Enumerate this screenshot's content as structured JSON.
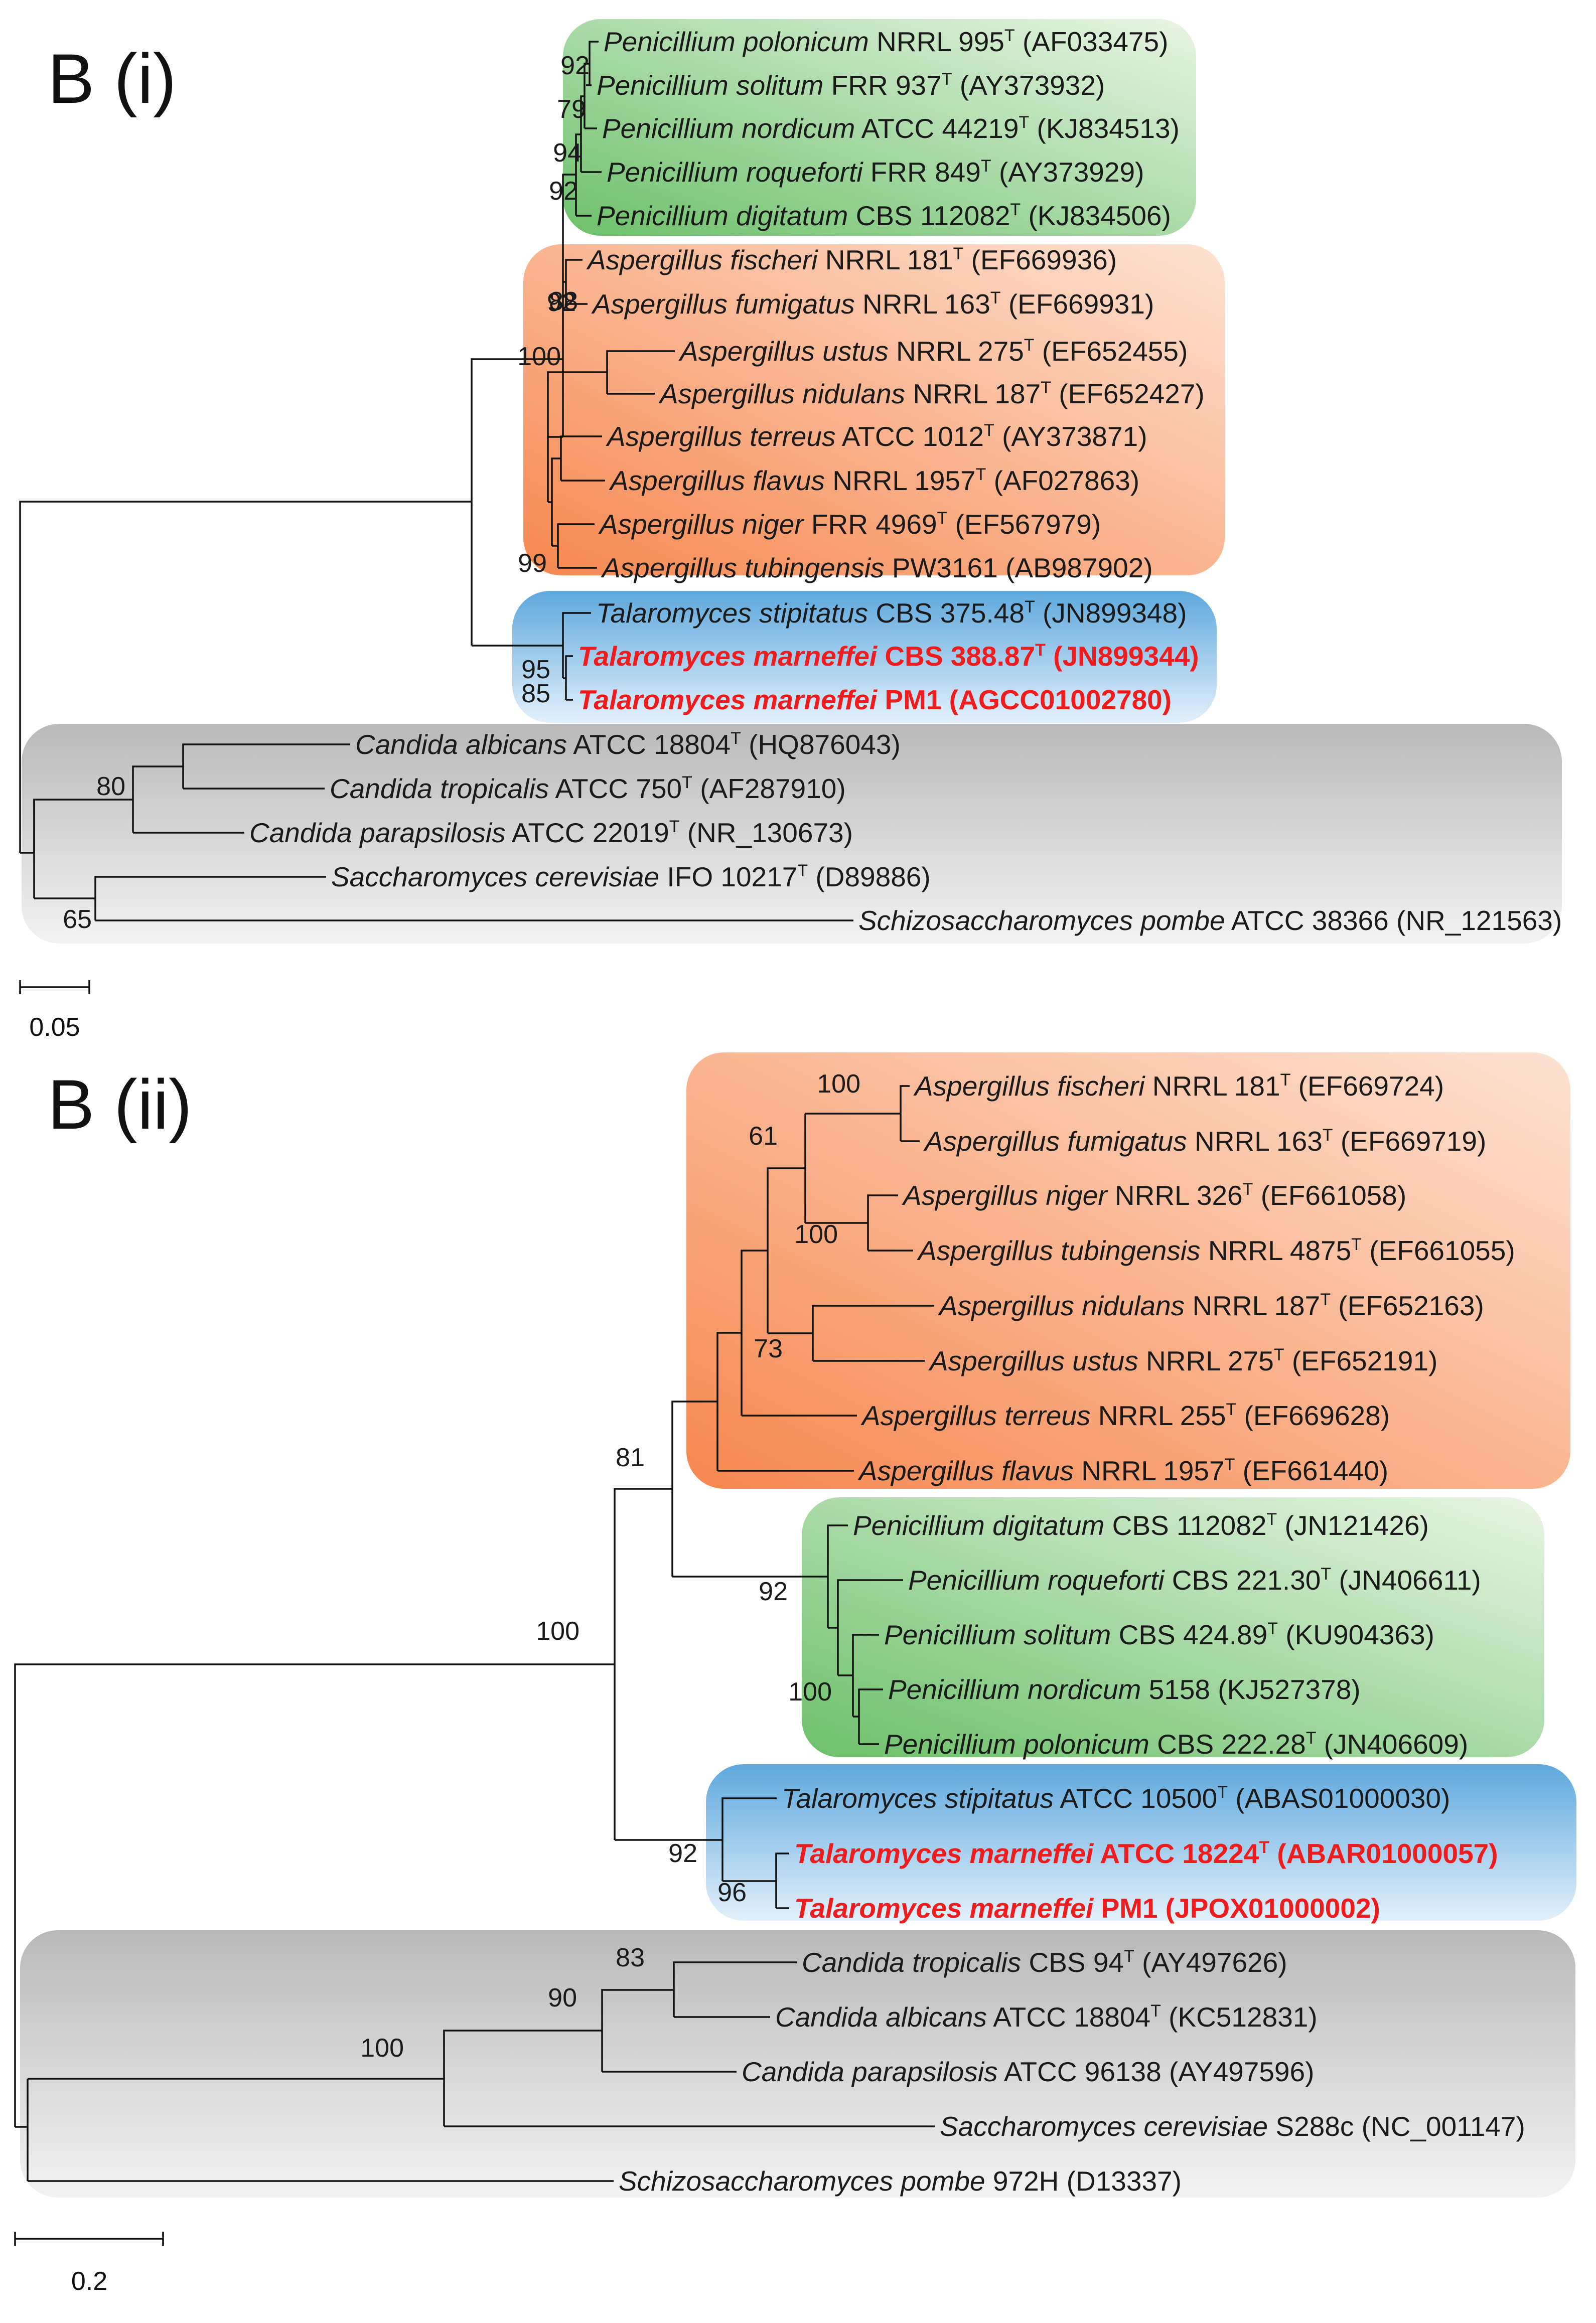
{
  "colors": {
    "penicillium_light": "#e9f5e5",
    "penicillium_dark": "#6cc06a",
    "aspergillus_light": "#fde3d3",
    "aspergillus_dark": "#f6874f",
    "talaromyces_light": "#e3f0fb",
    "talaromyces_dark": "#5ea8dd",
    "yeast_light": "#f3f3f3",
    "yeast_dark": "#b9b9b9",
    "highlight": "#ee1c1c"
  },
  "panels": [
    {
      "id": "i",
      "title": "B (i)",
      "scale_label": "0.05",
      "boxes": [
        {
          "group": "penicillium",
          "gradient": "diag"
        },
        {
          "group": "aspergillus",
          "gradient": "diag"
        },
        {
          "group": "talaromyces",
          "gradient": "vert"
        },
        {
          "group": "yeast",
          "gradient": "vert"
        }
      ],
      "taxa": [
        {
          "species": "Penicillium polonicum",
          "strain": "NRRL 995",
          "type": true,
          "acc": "(AF033475)",
          "hl": false
        },
        {
          "species": "Penicillium solitum",
          "strain": "FRR 937",
          "type": true,
          "acc": "(AY373932)",
          "hl": false
        },
        {
          "species": "Penicillium nordicum",
          "strain": "ATCC 44219",
          "type": true,
          "acc": "(KJ834513)",
          "hl": false
        },
        {
          "species": "Penicillium roqueforti",
          "strain": "FRR 849",
          "type": true,
          "acc": "(AY373929)",
          "hl": false
        },
        {
          "species": "Penicillium digitatum",
          "strain": "CBS 112082",
          "type": true,
          "acc": "(KJ834506)",
          "hl": false
        },
        {
          "species": "Aspergillus fischeri",
          "strain": "NRRL 181",
          "type": true,
          "acc": "(EF669936)",
          "hl": false
        },
        {
          "species": "Aspergillus fumigatus",
          "strain": "NRRL 163",
          "type": true,
          "acc": "(EF669931)",
          "hl": false
        },
        {
          "species": "Aspergillus ustus",
          "strain": "NRRL 275",
          "type": true,
          "acc": "(EF652455)",
          "hl": false
        },
        {
          "species": "Aspergillus nidulans",
          "strain": "NRRL 187",
          "type": true,
          "acc": "(EF652427)",
          "hl": false
        },
        {
          "species": "Aspergillus terreus",
          "strain": "ATCC 1012",
          "type": true,
          "acc": "(AY373871)",
          "hl": false
        },
        {
          "species": "Aspergillus flavus",
          "strain": "NRRL 1957",
          "type": true,
          "acc": "(AF027863)",
          "hl": false
        },
        {
          "species": "Aspergillus niger",
          "strain": "FRR 4969",
          "type": true,
          "acc": "(EF567979)",
          "hl": false
        },
        {
          "species": "Aspergillus tubingensis",
          "strain": "PW3161",
          "type": false,
          "acc": "(AB987902)",
          "hl": false
        },
        {
          "species": "Talaromyces stipitatus",
          "strain": "CBS 375.48",
          "type": true,
          "acc": "(JN899348)",
          "hl": false
        },
        {
          "species": "Talaromyces marneffei",
          "strain": "CBS 388.87",
          "type": true,
          "acc": "(JN899344)",
          "hl": true
        },
        {
          "species": "Talaromyces marneffei",
          "strain": "PM1",
          "type": false,
          "acc": "(AGCC01002780)",
          "hl": true
        },
        {
          "species": "Candida albicans",
          "strain": "ATCC 18804",
          "type": true,
          "acc": "(HQ876043)",
          "hl": false
        },
        {
          "species": "Candida tropicalis",
          "strain": "ATCC 750",
          "type": true,
          "acc": "(AF287910)",
          "hl": false
        },
        {
          "species": "Candida parapsilosis",
          "strain": "ATCC 22019",
          "type": true,
          "acc": "(NR_130673)",
          "hl": false
        },
        {
          "species": "Saccharomyces cerevisiae",
          "strain": "IFO 10217",
          "type": true,
          "acc": "(D89886)",
          "hl": false
        },
        {
          "species": "Schizosaccharomyces pombe",
          "strain": "ATCC 38366",
          "type": false,
          "acc": "(NR_121563)",
          "hl": false
        }
      ],
      "bootstraps": [
        "92",
        "79",
        "94",
        "92",
        "88",
        "92",
        "100",
        "99",
        "95",
        "85",
        "80",
        "65"
      ]
    },
    {
      "id": "ii",
      "title": "B (ii)",
      "scale_label": "0.2",
      "boxes": [
        {
          "group": "aspergillus",
          "gradient": "diag"
        },
        {
          "group": "penicillium",
          "gradient": "diag"
        },
        {
          "group": "talaromyces",
          "gradient": "vert"
        },
        {
          "group": "yeast",
          "gradient": "vert"
        }
      ],
      "taxa": [
        {
          "species": "Aspergillus fischeri",
          "strain": "NRRL 181",
          "type": true,
          "acc": "(EF669724)",
          "hl": false
        },
        {
          "species": "Aspergillus fumigatus",
          "strain": "NRRL 163",
          "type": true,
          "acc": "(EF669719)",
          "hl": false
        },
        {
          "species": "Aspergillus niger",
          "strain": "NRRL 326",
          "type": true,
          "acc": "(EF661058)",
          "hl": false
        },
        {
          "species": "Aspergillus tubingensis",
          "strain": "NRRL 4875",
          "type": true,
          "acc": "(EF661055)",
          "hl": false
        },
        {
          "species": "Aspergillus nidulans",
          "strain": "NRRL 187",
          "type": true,
          "acc": "(EF652163)",
          "hl": false
        },
        {
          "species": "Aspergillus ustus",
          "strain": "NRRL 275",
          "type": true,
          "acc": "(EF652191)",
          "hl": false
        },
        {
          "species": "Aspergillus terreus",
          "strain": "NRRL 255",
          "type": true,
          "acc": "(EF669628)",
          "hl": false
        },
        {
          "species": "Aspergillus flavus",
          "strain": "NRRL 1957",
          "type": true,
          "acc": "(EF661440)",
          "hl": false
        },
        {
          "species": "Penicillium digitatum",
          "strain": "CBS 112082",
          "type": true,
          "acc": "(JN121426)",
          "hl": false
        },
        {
          "species": "Penicillium roqueforti",
          "strain": "CBS 221.30",
          "type": true,
          "acc": "(JN406611)",
          "hl": false
        },
        {
          "species": "Penicillium solitum",
          "strain": "CBS 424.89",
          "type": true,
          "acc": "(KU904363)",
          "hl": false
        },
        {
          "species": "Penicillium nordicum",
          "strain": "5158",
          "type": false,
          "acc": "(KJ527378)",
          "hl": false
        },
        {
          "species": "Penicillium polonicum",
          "strain": "CBS 222.28",
          "type": true,
          "acc": "(JN406609)",
          "hl": false
        },
        {
          "species": "Talaromyces stipitatus",
          "strain": "ATCC 10500",
          "type": true,
          "acc": "(ABAS01000030)",
          "hl": false
        },
        {
          "species": "Talaromyces marneffei",
          "strain": "ATCC 18224",
          "type": true,
          "acc": "(ABAR01000057)",
          "hl": true
        },
        {
          "species": "Talaromyces marneffei",
          "strain": "PM1",
          "type": false,
          "acc": "(JPOX01000002)",
          "hl": true
        },
        {
          "species": "Candida tropicalis",
          "strain": "CBS 94",
          "type": true,
          "acc": "(AY497626)",
          "hl": false
        },
        {
          "species": "Candida albicans",
          "strain": "ATCC 18804",
          "type": true,
          "acc": "(KC512831)",
          "hl": false
        },
        {
          "species": "Candida parapsilosis",
          "strain": "ATCC 96138",
          "type": false,
          "acc": "(AY497596)",
          "hl": false
        },
        {
          "species": "Saccharomyces cerevisiae",
          "strain": "S288c",
          "type": false,
          "acc": "(NC_001147)",
          "hl": false
        },
        {
          "species": "Schizosaccharomyces pombe",
          "strain": "972H",
          "type": false,
          "acc": "(D13337)",
          "hl": false
        }
      ],
      "bootstraps": [
        "100",
        "61",
        "100",
        "73",
        "81",
        "100",
        "92",
        "100",
        "92",
        "96",
        "83",
        "90",
        "100"
      ]
    }
  ]
}
